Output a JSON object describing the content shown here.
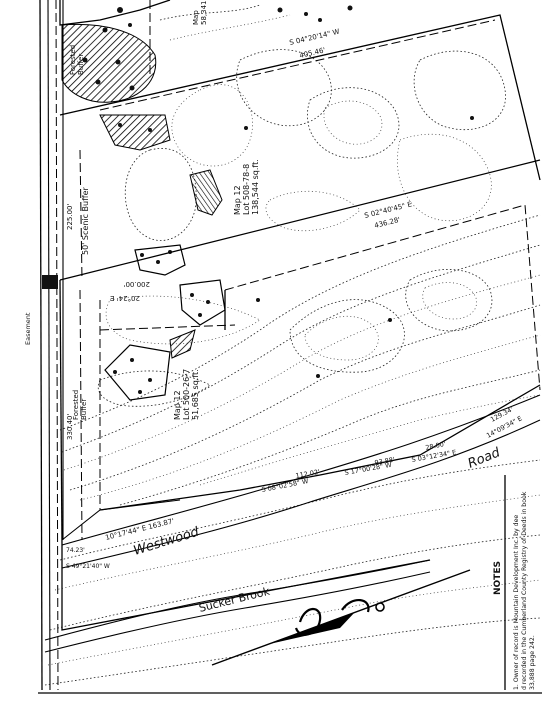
{
  "labels": {
    "lot_upper": "Map 12\nLot 508-78-8\n138,544 sq.ft.",
    "lot_lower": "Map 12\nLot 500-26-7\n51,685 sq.ft.",
    "map_top": "Map\n58,341",
    "scenic_buffer": "50' Scenic Buffer",
    "forested_buffer_top": "Forested\nBuffer",
    "forested_buffer_left": "Forested\nBuffer",
    "easement": "Easement",
    "road": "Westwood Road",
    "road_name": "Westwood",
    "road_suffix": "Road",
    "brook": "Sucker Brook",
    "bearing_top": "S 04°20'14\" W",
    "dist_top": "405.46'",
    "bearing_mid": "S 02°40'45\" E",
    "dist_mid": "436.28'",
    "bearing_short": "20°24' E",
    "dist_short": "200.00'",
    "dist_left": "225.00'",
    "dist_left_lower": "330.40'",
    "bearing_road1": "10°17'44\" E  163.87'",
    "bearing_road2": "S 08°02'58\" W",
    "bearing_road3": "S 17°00'28\" W",
    "bearing_road4": "S 03°12'34\" E",
    "dist_road_a": "112.02'",
    "dist_road_b": "93.88'",
    "dist_road_c": "28.00'",
    "dist_road_d": "129.34'",
    "bearing_road5": "14°09'34\" E",
    "bearing_corner": "S 49°21'40\" W",
    "dist_corner": "74.23'"
  },
  "notes": {
    "heading": "NOTES",
    "item_1": "1.  Owner of record is Mountain Development Inc. by deed recorded in the Cumberland County Registry of Deeds in book 33,888 page 242."
  },
  "icons": {
    "north_arrow": "north-arrow-icon",
    "tree_symbol": "tree-icon"
  },
  "colors": {
    "ink": "#000000",
    "paper": "#ffffff"
  }
}
